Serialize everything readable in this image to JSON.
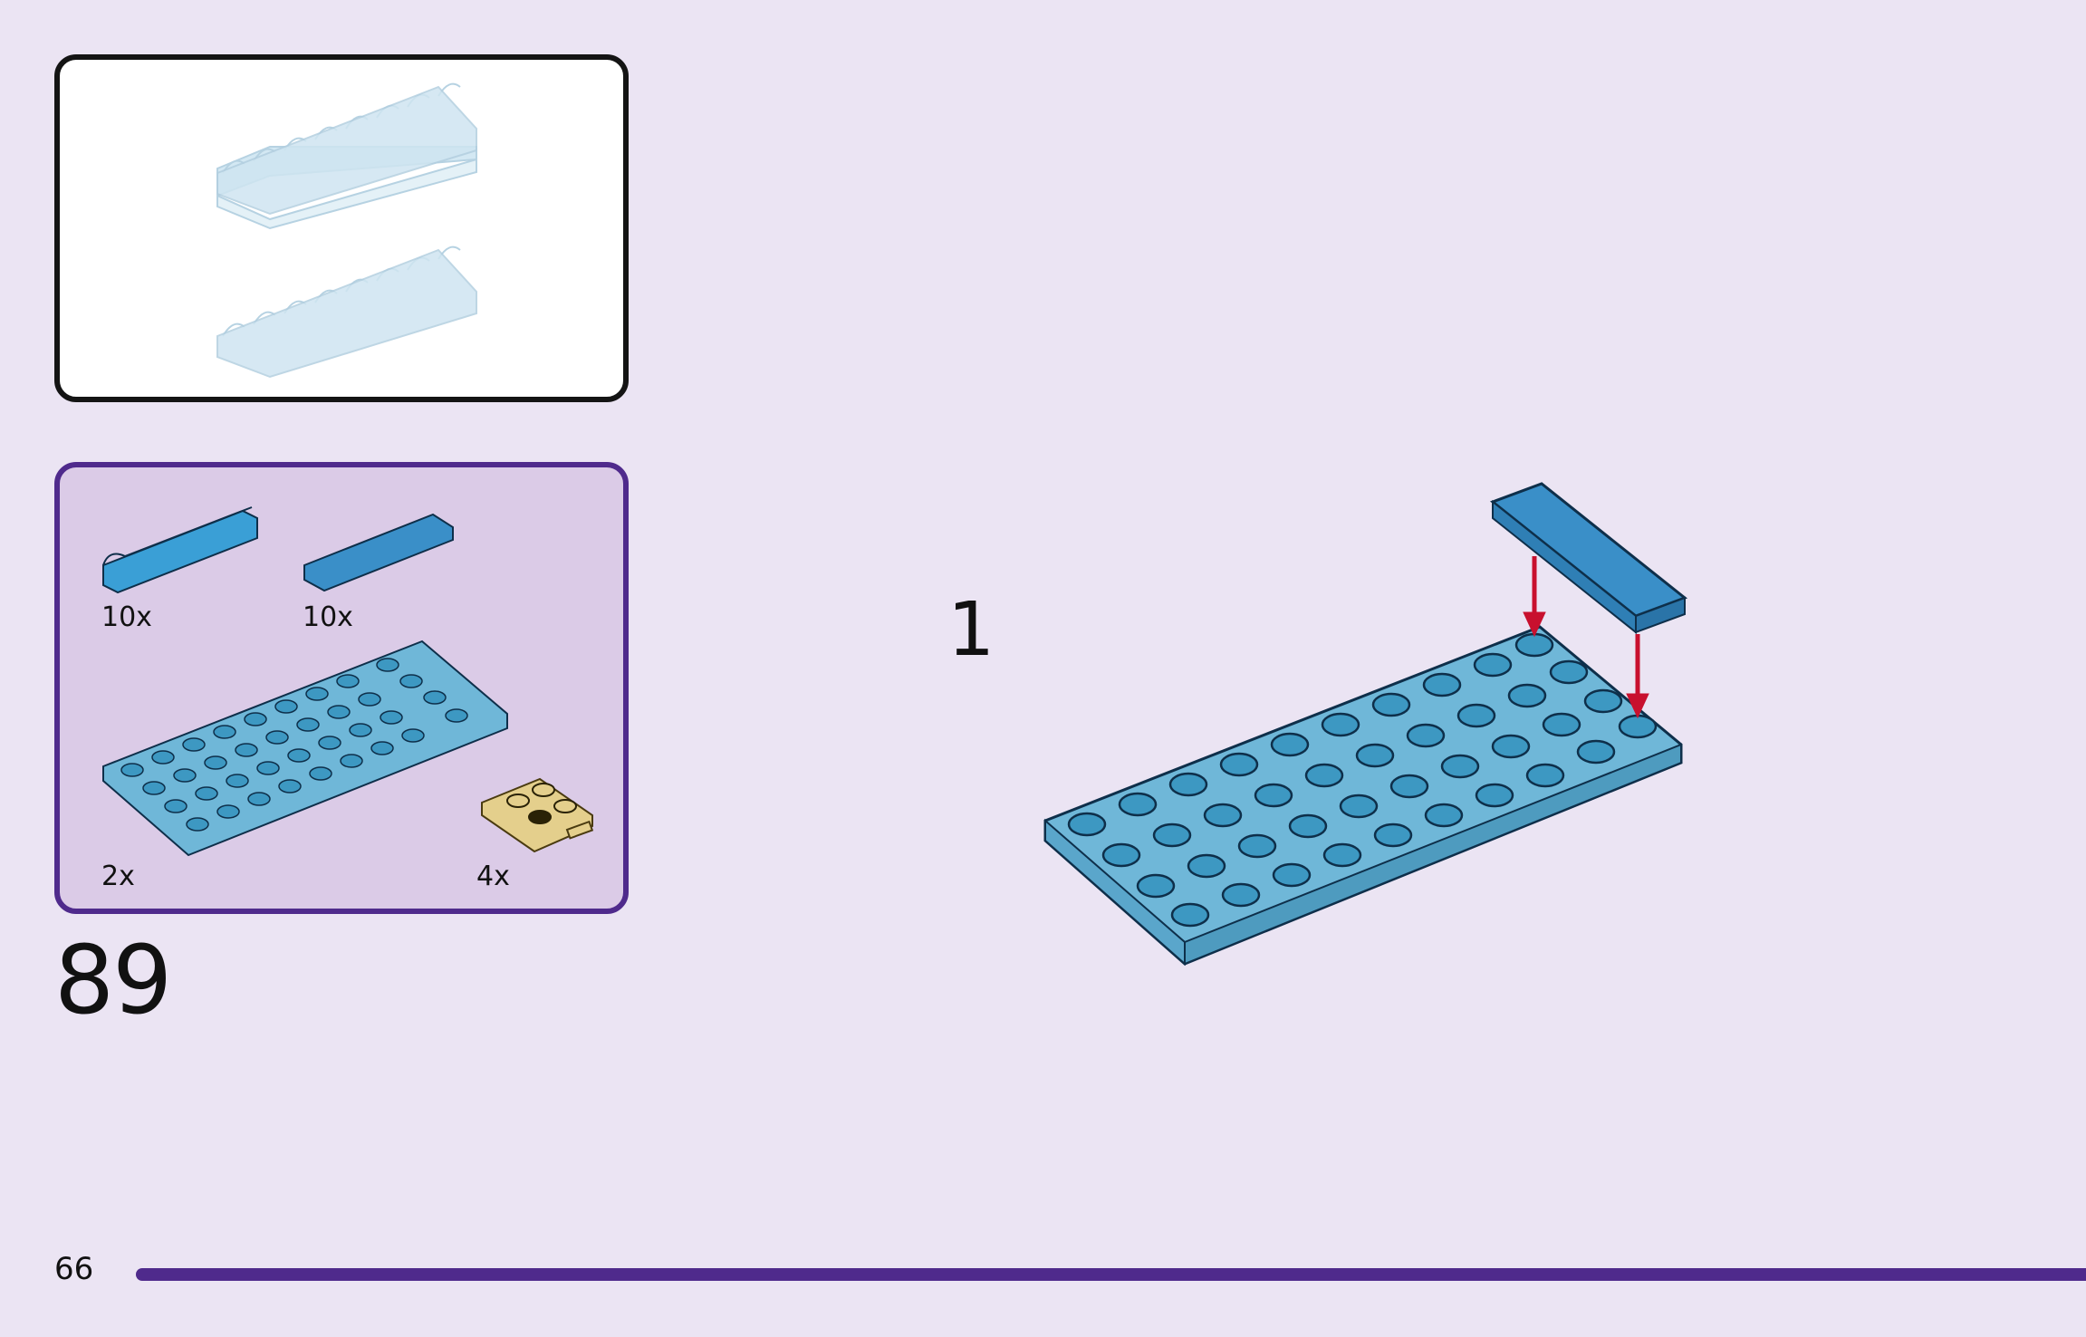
{
  "page": {
    "step_number": "89",
    "sub_step": "1",
    "page_number": "66"
  },
  "parts": [
    {
      "name": "light blue 1x4 curved slope",
      "quantity": "10x"
    },
    {
      "name": "blue 1x4 tile",
      "quantity": "10x"
    },
    {
      "name": "light blue 4x8 plate",
      "quantity": "2x"
    },
    {
      "name": "tan 2x2 plate with pin",
      "quantity": "4x"
    }
  ],
  "colors": {
    "background": "#ebe4f3",
    "parts_panel": "#dbcbe7",
    "accent_purple": "#4f2a8c",
    "plate_light_blue": "#6fb7d8",
    "tile_blue": "#3a8fc8",
    "arrow_red": "#c8102e",
    "tan": "#e4cf8c"
  },
  "icons": [
    "build-arrow-icon"
  ]
}
